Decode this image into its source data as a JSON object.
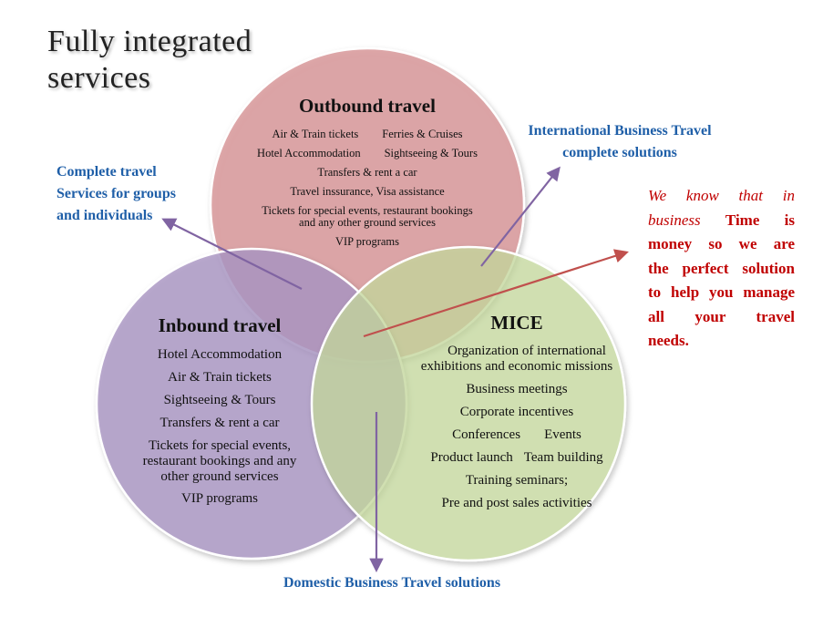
{
  "title": {
    "line1": "Fully integrated",
    "line2": "services"
  },
  "outbound": {
    "title": "Outbound travel",
    "line1a": "Air & Train tickets",
    "line1b": "Ferries & Cruises",
    "line2a": "Hotel Accommodation",
    "line2b": "Sightseeing & Tours",
    "line3": "Transfers & rent a car",
    "line4": "Travel inssurance, Visa assistance",
    "line5": "Tickets for special events, restaurant bookings",
    "line6": "and any other ground services",
    "line7": "VIP programs"
  },
  "inbound": {
    "title": "Inbound travel",
    "line1": "Hotel Accommodation",
    "line2": "Air & Train tickets",
    "line3": "Sightseeing & Tours",
    "line4": "Transfers & rent a car",
    "line5": "Tickets for special events,",
    "line6": "restaurant bookings and any",
    "line7": "other ground services",
    "line8": "VIP programs"
  },
  "mice": {
    "title": "MICE",
    "line1": "Organization of international",
    "line2": "exhibitions and economic missions",
    "line3": "Business meetings",
    "line4": "Corporate incentives",
    "line5a": "Conferences",
    "line5b": "Events",
    "line6a": "Product launch",
    "line6b": "Team building",
    "line7": "Training seminars;",
    "line8": "Pre and post sales activities"
  },
  "callouts": {
    "groups": {
      "line1": "Complete travel",
      "line2": "Services for groups",
      "line3": "and individuals"
    },
    "international": {
      "line1": "International Business Travel",
      "line2": "complete solutions"
    },
    "domestic": "Domestic Business Travel solutions"
  },
  "note": {
    "l1": "We know that in",
    "l2a": "business",
    "l2b": "Time is",
    "l3": "money so we are",
    "l4": "the perfect solution",
    "l5": "to help you manage",
    "l6": "all your travel",
    "l7": "needs."
  },
  "colors": {
    "outbound": "#d9979a",
    "inbound": "#ab97c4",
    "mice": "#c8dca0",
    "arrow_purple": "#8064a2",
    "arrow_red": "#c0504d",
    "callout_blue": "#1f5fa8",
    "note_red": "#c00000"
  }
}
